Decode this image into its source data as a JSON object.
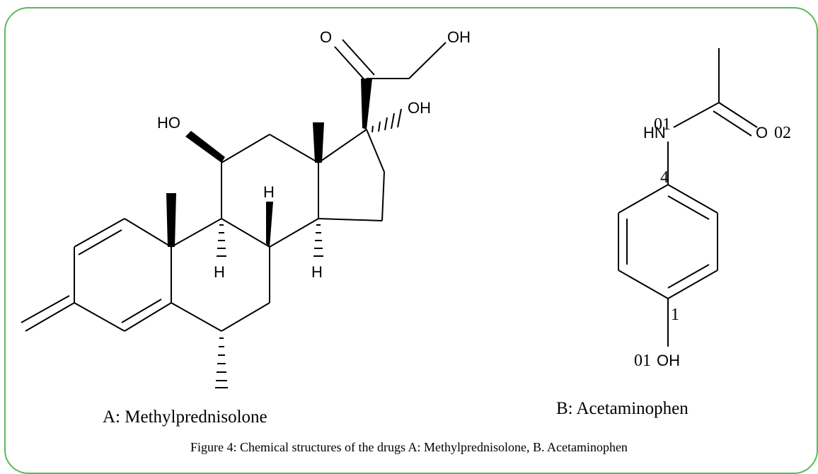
{
  "figure": {
    "caption": "Figure 4: Chemical structures of the drugs A: Methylprednisolone, B. Acetaminophen",
    "frame_color": "#5db85a"
  },
  "structures": {
    "a": {
      "name": "A: Methylprednisolone",
      "atoms": {
        "o_ketone": "O",
        "oh_top": "OH",
        "oh_17": "OH",
        "ho_11": "HO",
        "h_8": "H",
        "h_9": "H",
        "h_14": "H"
      }
    },
    "b": {
      "name": "B: Acetaminophen",
      "atoms": {
        "hn": "HN",
        "o_carbonyl": "O",
        "oh": "OH"
      },
      "numbering": {
        "n_label": "01",
        "o_label": "02",
        "c4": "4",
        "c1": "1",
        "oh_label": "01"
      }
    }
  }
}
